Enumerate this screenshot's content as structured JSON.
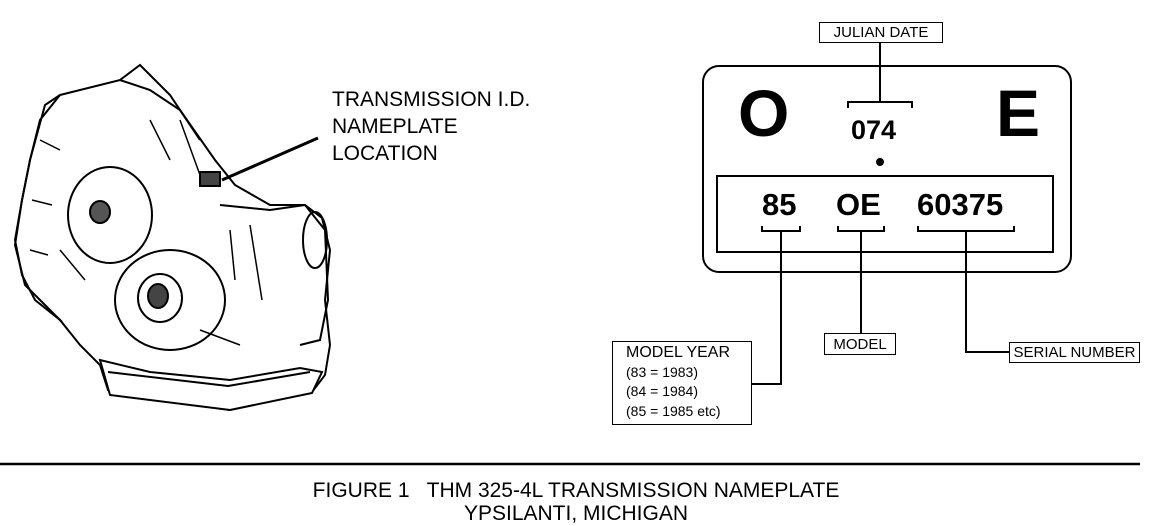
{
  "callout": {
    "line1": "TRANSMISSION I.D.",
    "line2": "NAMEPLATE",
    "line3": "LOCATION"
  },
  "nameplate": {
    "left_letter": "O",
    "right_letter": "E",
    "julian_value": "074",
    "year_code": "85",
    "model_code": "OE",
    "serial_code": "60375"
  },
  "labels": {
    "julian_date": "JULIAN DATE",
    "model": "MODEL",
    "serial_number": "SERIAL NUMBER",
    "model_year": {
      "title": "MODEL YEAR",
      "lines": [
        "(83 = 1983)",
        "(84 = 1984)",
        "(85 = 1985 etc)"
      ]
    }
  },
  "caption": {
    "line1": "FIGURE 1   THM 325-4L TRANSMISSION NAMEPLATE",
    "line2": "YPSILANTI, MICHIGAN"
  }
}
